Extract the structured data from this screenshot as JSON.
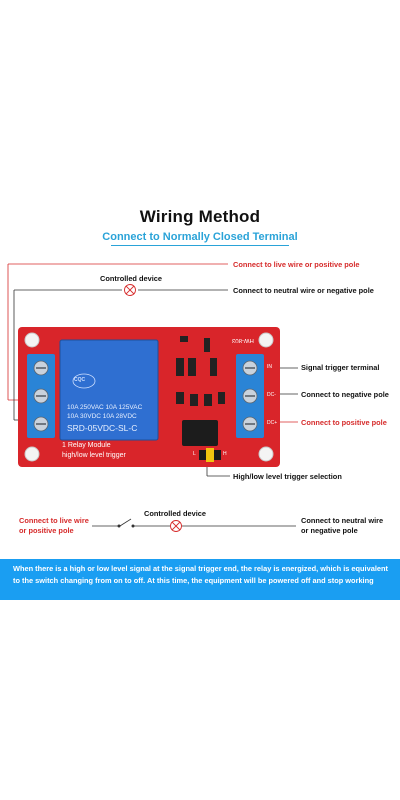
{
  "diagram": {
    "title": "Wiring Method",
    "subtitle": "Connect to Normally Closed Terminal",
    "labels": {
      "live_top": "Connect to live wire or positive pole",
      "controlled_top": "Controlled device",
      "neutral_top": "Connect to neutral wire or negative pole",
      "signal": "Signal trigger terminal",
      "negative": "Connect to negative pole",
      "positive": "Connect to positive pole",
      "hl_select": "High/low level trigger selection",
      "controlled_bottom": "Controlled device",
      "live_bottom_1": "Connect to live wire",
      "live_bottom_2": "or positive pole",
      "neutral_bottom_1": "Connect to neutral wire",
      "neutral_bottom_2": "or negative pole"
    },
    "board": {
      "model": "HW-803",
      "relay_line1": "10A 250VAC   10A 125VAC",
      "relay_line2": "10A  30VDC   10A  28VDC",
      "relay_model": "SRD-05VDC-SL-C",
      "silk_line1": "1 Relay     Module",
      "silk_line2": "high/low   level  trigger",
      "pins": [
        "IN",
        "DC-",
        "DC+"
      ],
      "jumper_labels": [
        "L",
        "H"
      ],
      "relay_logo": "CQC"
    },
    "description": "When there is a high or low level signal at the signal trigger end, the relay is energized, which is equivalent to the switch changing from on to off. At this time, the equipment will be powered off and stop working",
    "colors": {
      "board": "#d9252a",
      "relay": "#2f6fd1",
      "terminal": "#2a84d6",
      "accent": "#2aa3d8",
      "red_label": "#d62b2b",
      "banner": "#1a9ef2"
    }
  }
}
